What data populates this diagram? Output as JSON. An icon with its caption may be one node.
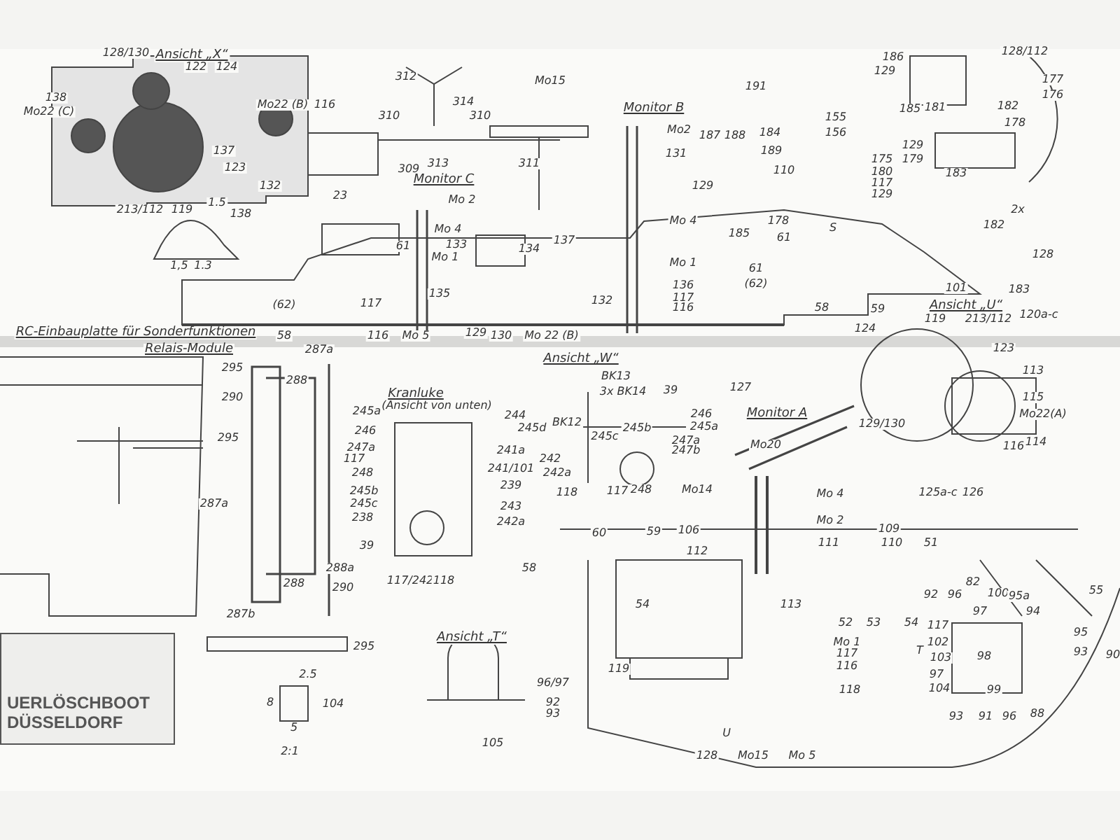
{
  "diagram": {
    "nodes": [
      {
        "text": [
          "UERLÖSCHBOOT DÜSSELDORF"
        ]
      }
    ],
    "labels": [
      "128/130",
      "Ansicht „X“",
      "122",
      "124",
      "138",
      "Mo22 (C)",
      "Mo22 (B)",
      "116",
      "137",
      "123",
      "132",
      "213/112",
      "119",
      "138",
      "1.5",
      "1,5",
      "1.3",
      "310",
      "310",
      "312",
      "314",
      "313",
      "311",
      "309",
      "23",
      "Monitor C",
      "Mo15",
      "Mo 2",
      "Mo 4",
      "61",
      "133",
      "134",
      "Mo 1",
      "135",
      "(62)",
      "117",
      "RC-Einbauplatte für Sonderfunktionen",
      "58",
      "116",
      "Mo 5",
      "129",
      "130",
      "Mo 22 (B)",
      "Relais-Module",
      "Monitor B",
      "Mo2",
      "131",
      "191",
      "187",
      "188",
      "184",
      "189",
      "155",
      "156",
      "175",
      "110",
      "180",
      "117",
      "129",
      "129",
      "Mo 4",
      "178",
      "185",
      "S",
      "61",
      "Mo 1",
      "61",
      "137",
      "136",
      "117",
      "116",
      "132",
      "(62)",
      "58",
      "59",
      "186",
      "128/112",
      "129",
      "177",
      "176",
      "185",
      "181",
      "182",
      "178",
      "129",
      "179",
      "183",
      "2x",
      "182",
      "128",
      "101",
      "183",
      "Ansicht „U“",
      "119",
      "213/112",
      "120a-c",
      "124",
      "Ansicht „W“",
      "BK13",
      "3x BK14",
      "39",
      "246",
      "245a",
      "BK12",
      "245c",
      "245b",
      "247a",
      "247b",
      "118",
      "117",
      "248",
      "245d",
      "242",
      "242a",
      "Monitor A",
      "Mo20",
      "Mo14",
      "Mo 4",
      "Mo 2",
      "109",
      "111",
      "110",
      "51",
      "60",
      "59",
      "106",
      "112",
      "54",
      "113",
      "82",
      "92",
      "96",
      "100",
      "95a",
      "94",
      "55",
      "97",
      "127",
      "123",
      "113",
      "115",
      "Mo22(A)",
      "129/130",
      "116",
      "114",
      "125a-c",
      "126",
      "52",
      "53",
      "54",
      "119",
      "Mo 1",
      "117",
      "116",
      "118",
      "128",
      "Mo15",
      "Mo 5",
      "U",
      "T",
      "117",
      "102",
      "103",
      "97",
      "104",
      "98",
      "99",
      "93",
      "91",
      "96",
      "88",
      "95",
      "93",
      "90",
      "295",
      "290",
      "295",
      "287a",
      "287a",
      "288",
      "288a",
      "288",
      "290",
      "287b",
      "Kranluke",
      "245a",
      "(Ansicht von unten)",
      "246",
      "247a",
      "117",
      "248",
      "245b",
      "245c",
      "238",
      "39",
      "117/242",
      "118",
      "244",
      "241a",
      "241/101",
      "239",
      "243",
      "242a",
      "58",
      "295",
      "2.5",
      "8",
      "104",
      "5",
      "2:1",
      "Ansicht „T“",
      "96/97",
      "92",
      "93",
      "105"
    ]
  }
}
